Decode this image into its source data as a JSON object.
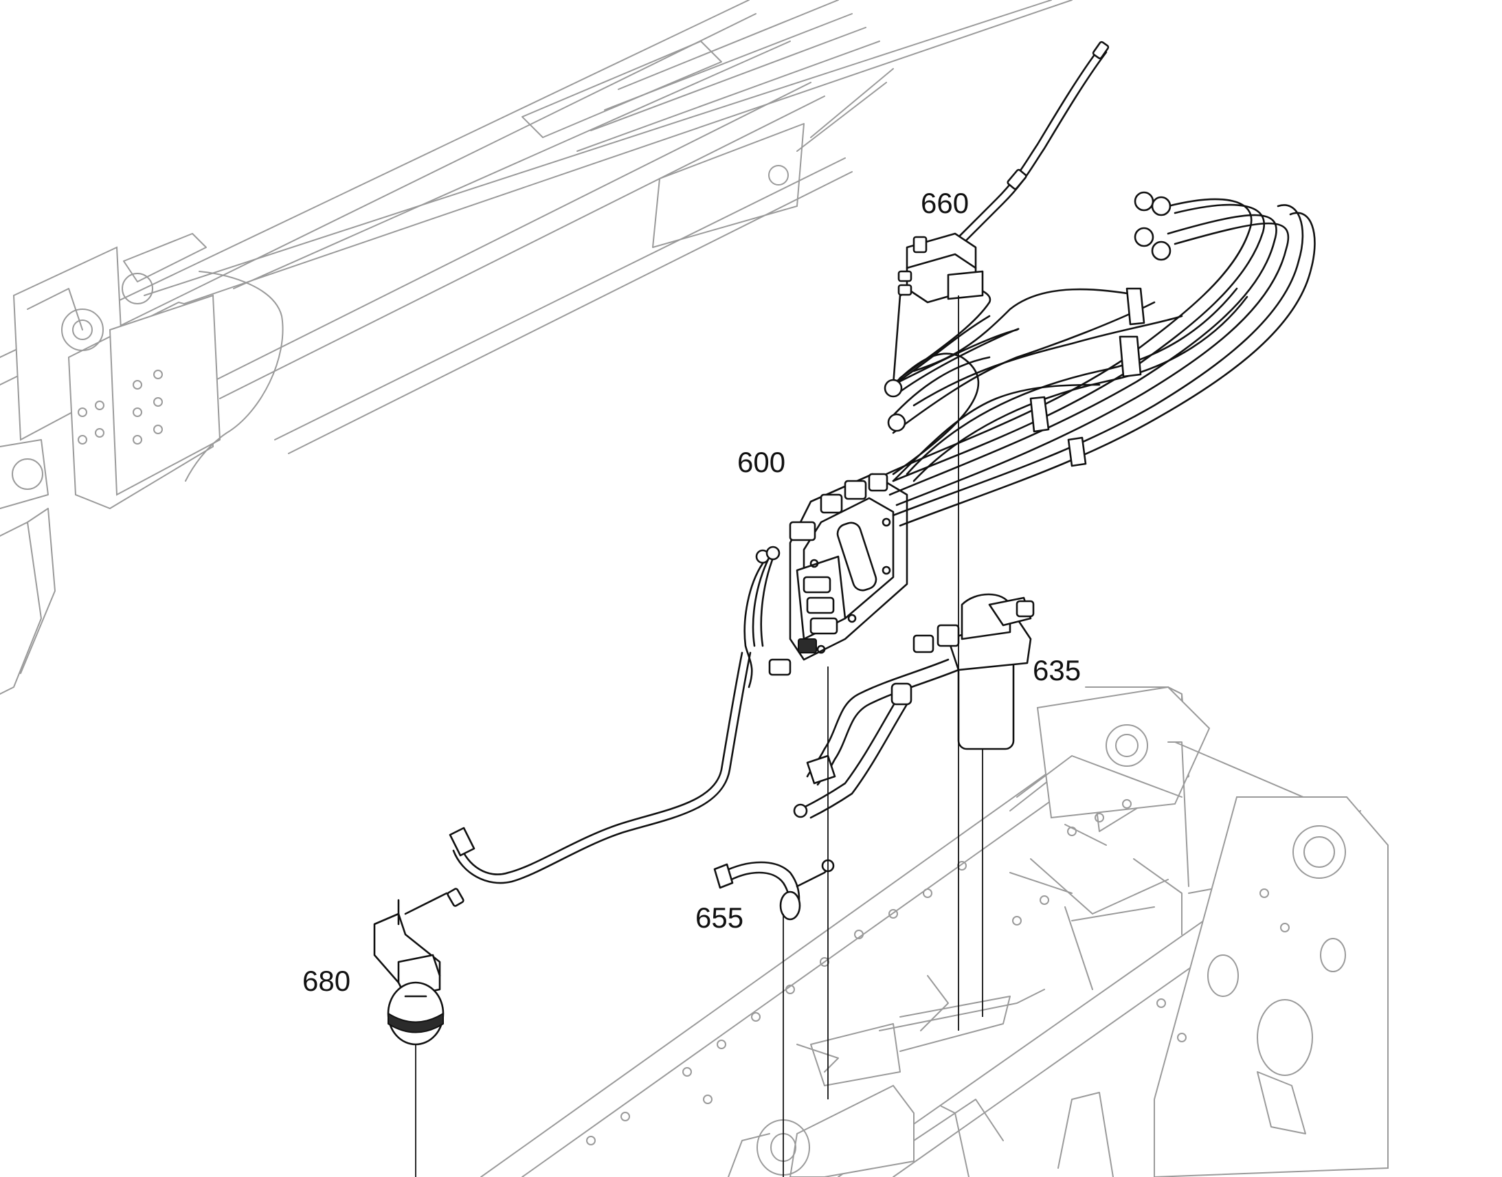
{
  "diagram": {
    "callouts": [
      {
        "id": "600",
        "label": "600"
      },
      {
        "id": "635",
        "label": "635"
      },
      {
        "id": "655",
        "label": "655"
      },
      {
        "id": "660",
        "label": "660"
      },
      {
        "id": "680",
        "label": "680"
      }
    ],
    "colors": {
      "background": "#ffffff",
      "part_stroke": "#111111",
      "context_stroke": "#9a9a9a"
    }
  }
}
